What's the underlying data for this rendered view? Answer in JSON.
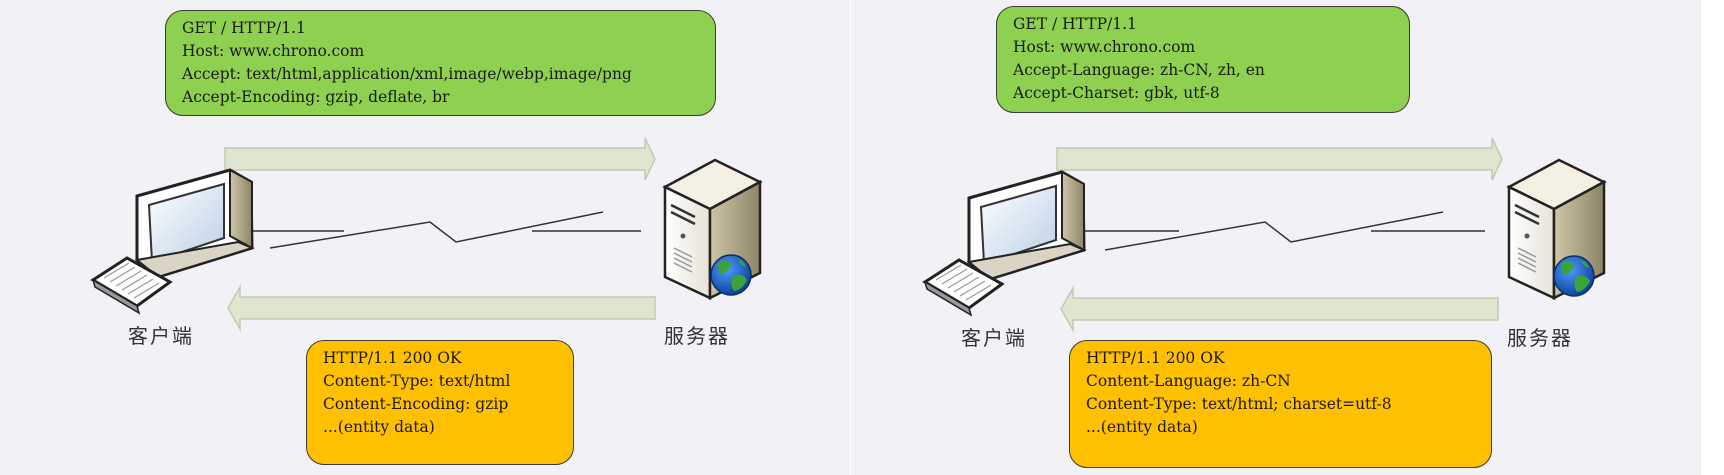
{
  "panels": [
    {
      "request_lines": [
        "GET / HTTP/1.1",
        "Host: www.chrono.com",
        "Accept: text/html,application/xml,image/webp,image/png",
        "Accept-Encoding: gzip, deflate, br"
      ],
      "response_lines": [
        "HTTP/1.1 200 OK",
        "Content-Type: text/html",
        "Content-Encoding: gzip",
        "",
        "...(entity data)"
      ],
      "client_label": "客户端",
      "server_label": "服务器"
    },
    {
      "request_lines": [
        "GET / HTTP/1.1",
        "Host: www.chrono.com",
        "Accept-Language: zh-CN, zh, en",
        "Accept-Charset: gbk, utf-8"
      ],
      "response_lines": [
        "HTTP/1.1 200 OK",
        "Content-Language: zh-CN",
        "Content-Type: text/html; charset=utf-8",
        "",
        "...(entity data)"
      ],
      "client_label": "客户端",
      "server_label": "服务器"
    }
  ],
  "colors": {
    "background": "#f2f1f6",
    "request_box": "#8ed04f",
    "response_box": "#ffc000",
    "arrow_fill": "#dfe6cf",
    "arrow_stroke": "#c2cbb0"
  },
  "icons": [
    "computer-icon",
    "keyboard-icon",
    "server-icon",
    "globe-icon",
    "lightning-link-icon"
  ]
}
